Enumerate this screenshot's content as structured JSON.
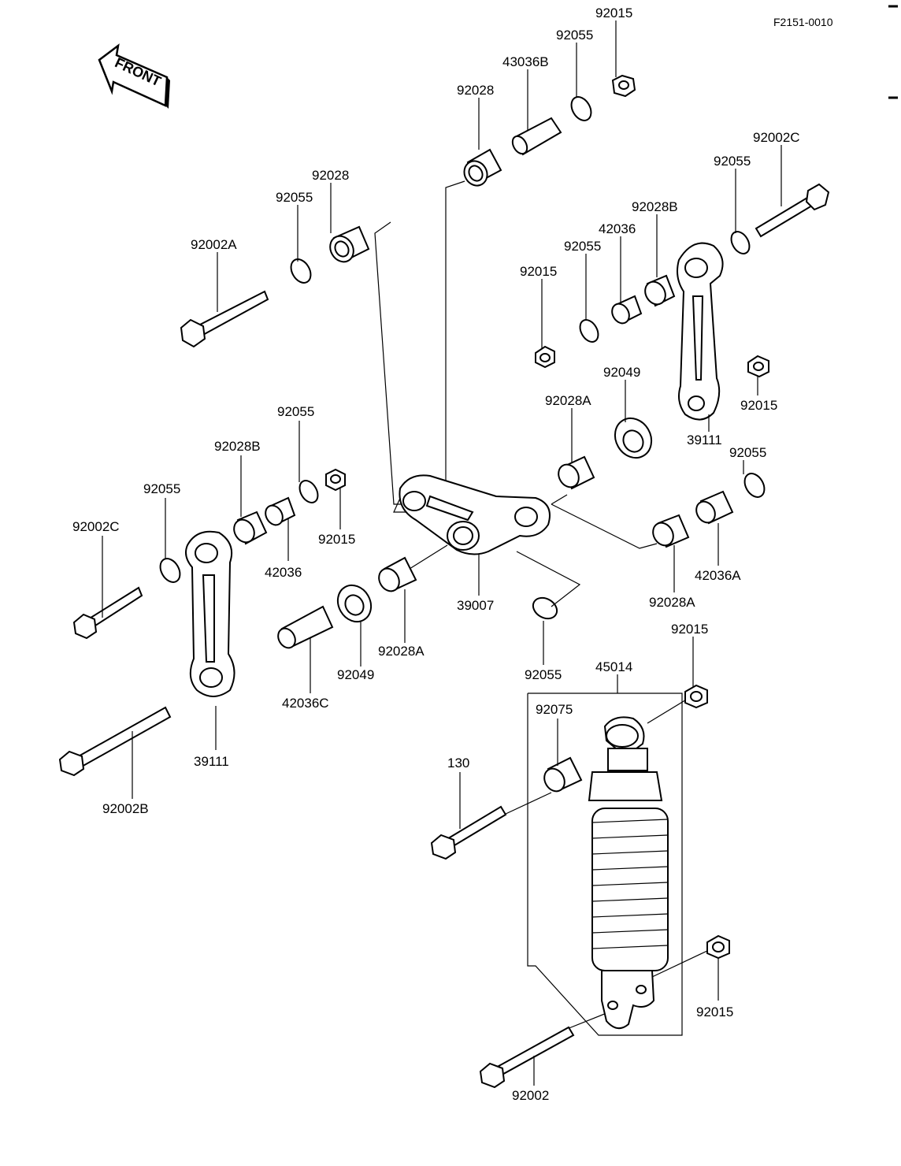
{
  "diagram_code": "F2151-0010",
  "front_label": "FRONT",
  "labels": {
    "p92015_top": "92015",
    "p92055_top": "92055",
    "p43036B": "43036B",
    "p92028_top": "92028",
    "p92028_left": "92028",
    "p92055_left": "92055",
    "p92002A": "92002A",
    "p92002C_right": "92002C",
    "p92055_right": "92055",
    "p92028B_right": "92028B",
    "p42036_right": "42036",
    "p92055_mid": "92055",
    "p92015_mid": "92015",
    "p92049_right": "92049",
    "p92015_right": "92015",
    "p39111_right": "39111",
    "p92028A_upper": "92028A",
    "p92055_right2": "92055",
    "p92055_leftlink": "92055",
    "p92028B_left": "92028B",
    "p92055_left2": "92055",
    "p92015_left": "92015",
    "p92002C_left": "92002C",
    "p42036_left": "42036",
    "p39007": "39007",
    "p42036A": "42036A",
    "p92028A_right": "92028A",
    "p92028A_mid": "92028A",
    "p92049_left": "92049",
    "p92055_center": "92055",
    "p42036C": "42036C",
    "p39111_left": "39111",
    "p92015_shock_top": "92015",
    "p45014": "45014",
    "p92075": "92075",
    "p92002B": "92002B",
    "p130": "130",
    "p92015_shock_bottom": "92015",
    "p92002": "92002"
  }
}
